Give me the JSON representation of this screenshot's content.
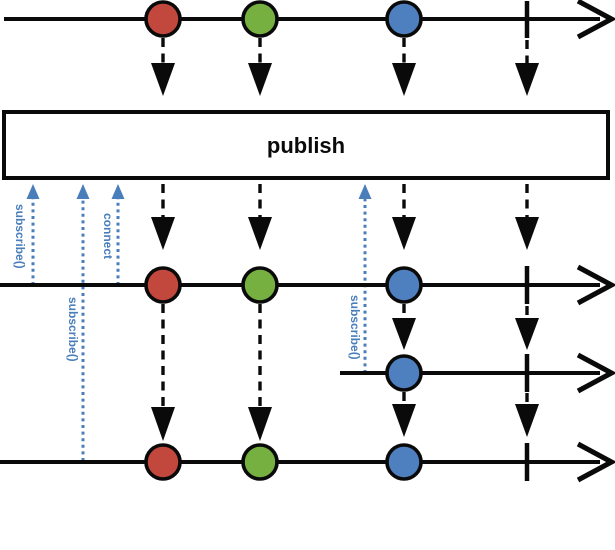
{
  "operator": {
    "label": "publish"
  },
  "annotations": {
    "subscribe_first": "subscribe()",
    "subscribe_second": "subscribe()",
    "connect": "connect",
    "subscribe_third": "subscribe()"
  },
  "colors": {
    "marble_red": "#C2473D",
    "marble_green": "#76B041",
    "marble_blue": "#4E7FBE",
    "subscribe_blue": "#4A7EBB",
    "line_black": "#0A0A0A",
    "box_fill": "#FFFFFF"
  },
  "timelines": {
    "source": {
      "marbles": [
        "red",
        "green",
        "blue"
      ],
      "complete": true
    },
    "subscriber1": {
      "marbles": [
        "red",
        "green",
        "blue"
      ],
      "complete": true
    },
    "subscriber2": {
      "marbles": [
        "blue"
      ],
      "complete": true
    },
    "subscriber3": {
      "marbles": [
        "red",
        "green",
        "blue"
      ],
      "complete": true
    }
  }
}
